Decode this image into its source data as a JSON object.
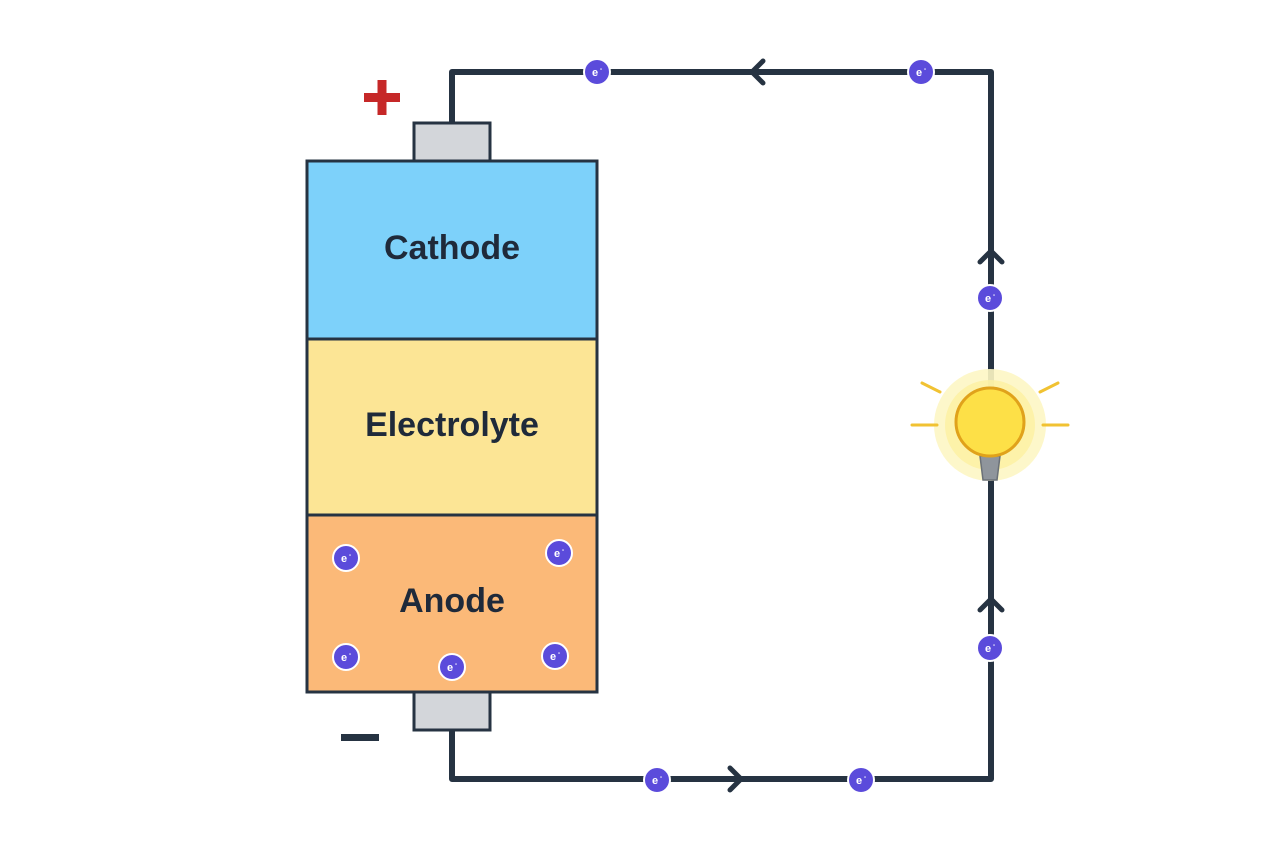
{
  "battery": {
    "cathode_label": "Cathode",
    "electrolyte_label": "Electrolyte",
    "anode_label": "Anode",
    "positive_sign": "+",
    "negative_sign": "–"
  },
  "electron": {
    "symbol": "e",
    "charge": "-"
  },
  "colors": {
    "cathode": "#7dd1fa",
    "electrolyte": "#fce595",
    "anode": "#fbb978",
    "terminal": "#d3d6da",
    "wire": "#263342",
    "electron": "#5b4bdb",
    "positive": "#c62828",
    "bulb": "#fde047",
    "bulb_glow": "#fdf3b0",
    "bulb_rays": "#f1c232"
  }
}
